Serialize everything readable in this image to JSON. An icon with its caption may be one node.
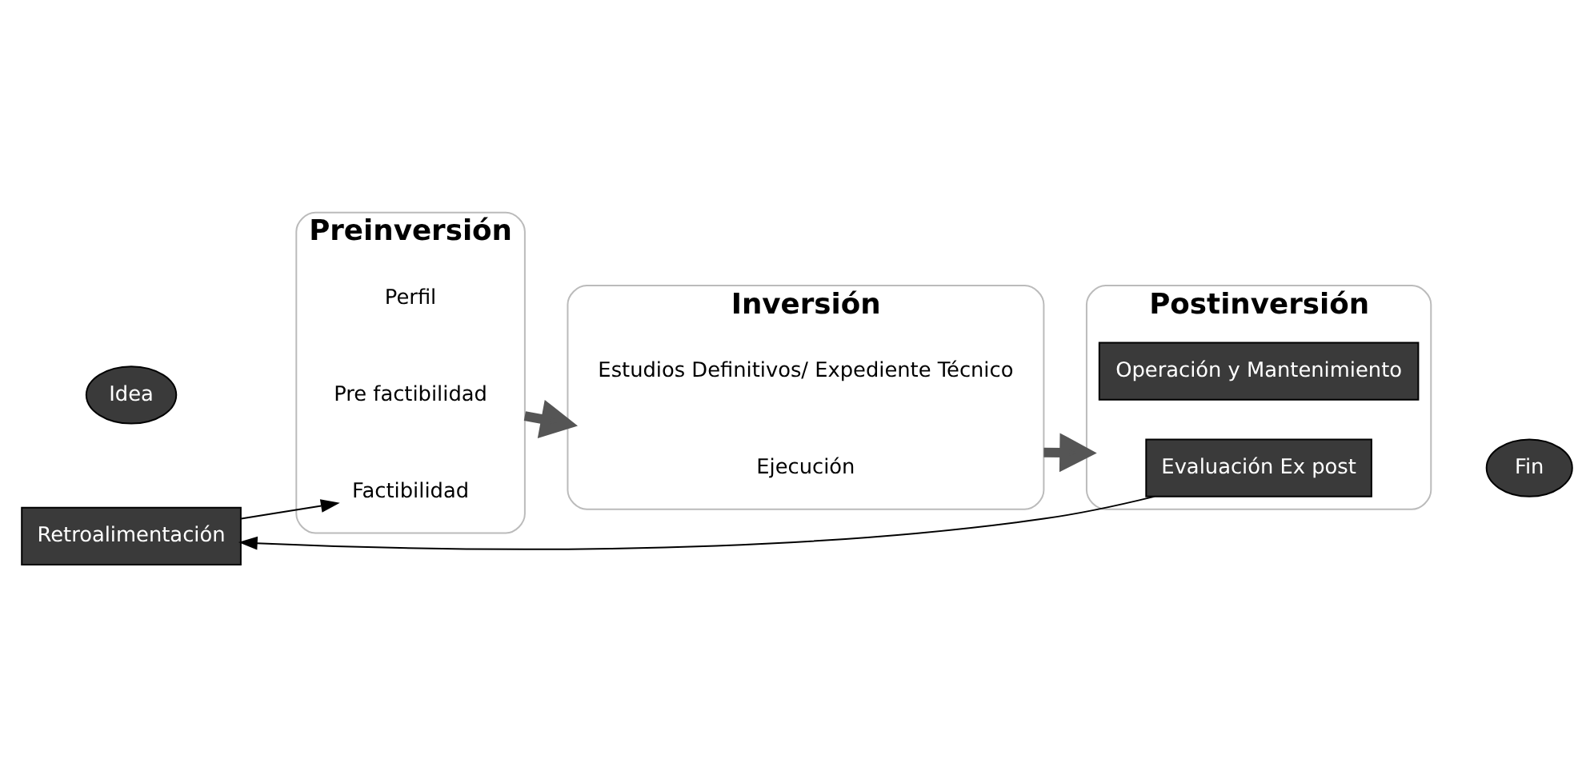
{
  "diagram": {
    "nodes": [
      {
        "text": [
          "Idea"
        ]
      },
      {
        "text": [
          "Preinversión"
        ]
      },
      {
        "text": [
          "Perfil"
        ],
        "in": 1
      },
      {
        "text": [
          "Pre factibilidad"
        ],
        "in": 1
      },
      {
        "text": [
          "Factibilidad"
        ],
        "in": 1
      },
      {
        "text": [
          "Inversión"
        ]
      },
      {
        "text": [
          "Estudios Definitivos/ Expediente Técnico"
        ],
        "in": 5
      },
      {
        "text": [
          "Ejecución"
        ],
        "in": 5
      },
      {
        "text": [
          "Postinversión"
        ]
      },
      {
        "text": [
          "Operación y Mantenimiento"
        ],
        "in": 8
      },
      {
        "text": [
          "Evaluación Ex post"
        ],
        "in": 8
      },
      {
        "text": [
          "Fin"
        ]
      },
      {
        "text": [
          "Retroalimentación"
        ]
      }
    ],
    "edges": [
      {
        "from": 1,
        "to": 5,
        "arrow": "to",
        "style": "thick"
      },
      {
        "from": 5,
        "to": 8,
        "arrow": "to",
        "style": "thick"
      },
      {
        "from": 10,
        "to": 12,
        "arrow": "to"
      },
      {
        "from": 12,
        "to": 4,
        "arrow": "to"
      }
    ]
  }
}
